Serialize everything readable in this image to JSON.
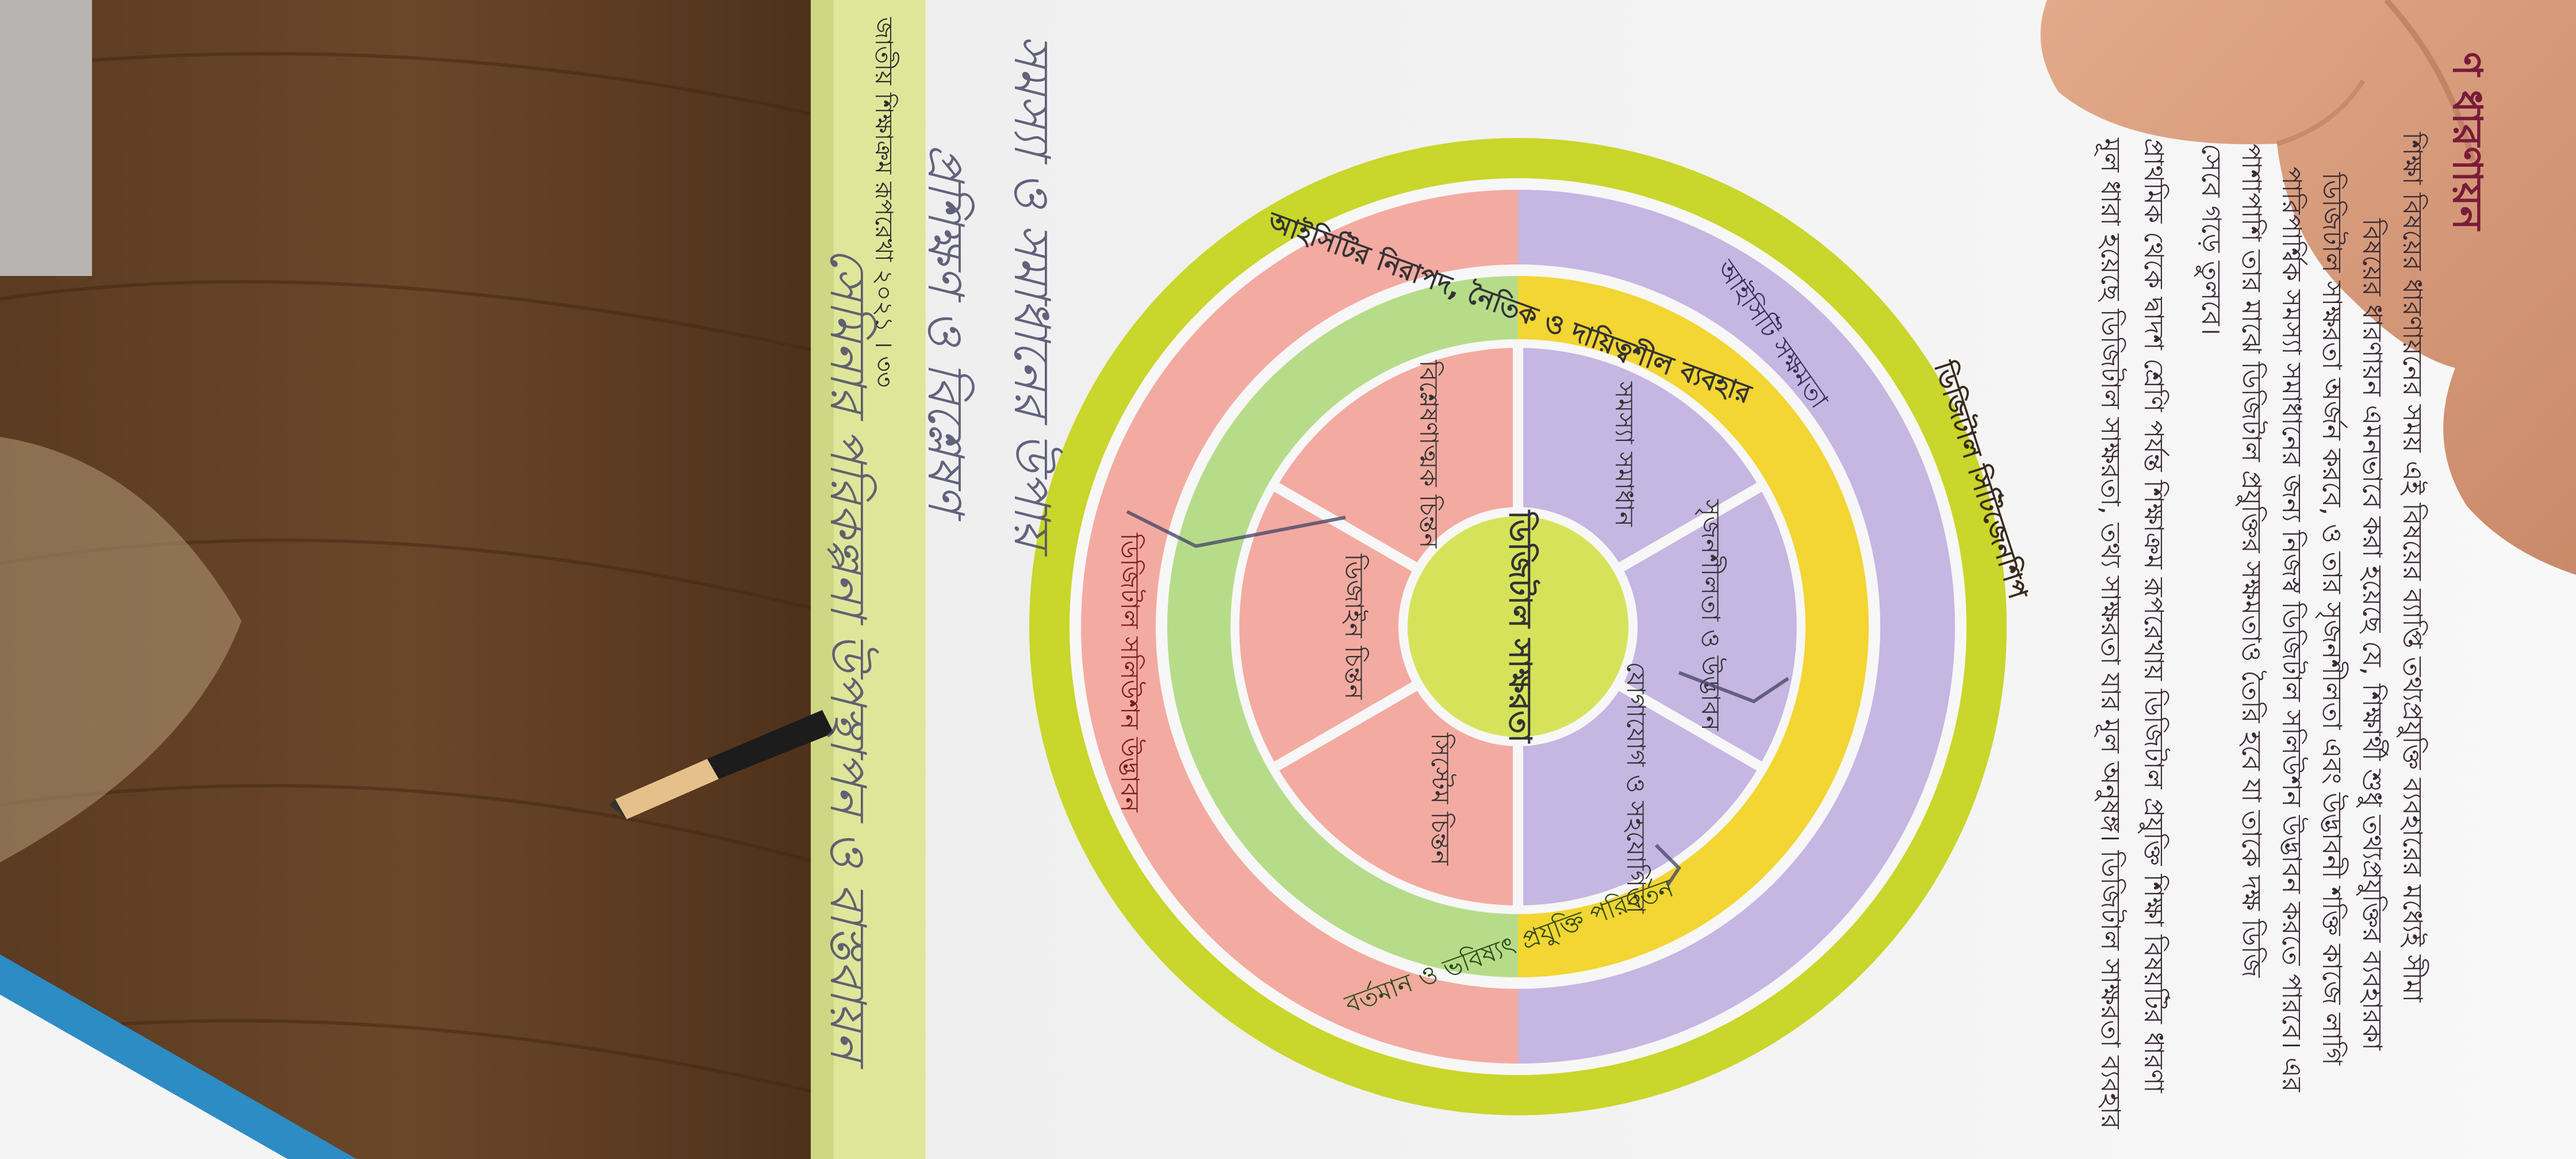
{
  "page": {
    "title": "ণ ধারণায়ন",
    "lines": [
      "শিক্ষা বিষয়ের ধারণায়নের সময় এই বিষয়ের ব্যাপ্তি তথ্যপ্রযুক্তি ব্যবহারের মধ্যেই সীমা",
      "বিষয়ের ধারণায়ন এমনভাবে করা হয়েছে যে, শিক্ষার্থী শুধু তথ্যপ্রযুক্তির ব্যবহারকা",
      "ডিজিটাল সাক্ষরতা অর্জন করবে, ও তার সৃজনশীলতা এবং উদ্ভাবনী শক্তি কাজে লাগি",
      "পারিপার্শ্বিক সমস্যা সমাধানের জন্য নিজস্ব ডিজিটাল সলিউশন উদ্ভাবন করতে পারবে। এর",
      "পাশাপাশি তার মাঝে ডিজিটাল প্রযুক্তির সক্ষমতাও তৈরি হবে যা তাকে দক্ষ ডিজি",
      "সেবে গড়ে তুলবে।",
      "প্রাথমিক থেকে দ্বাদশ শ্রেণি পর্যন্ত শিক্ষাক্রম রূপরেখায় ডিজিটাল প্রযুক্তি শিক্ষা বিষয়টির ধারণা",
      "মূল ধারা হয়েছে ডিজিটাল সাক্ষরতা, তথ্য সাক্ষরতা যার মূল অনুষঙ্গ। ডিজিটাল সাক্ষরতা ব্যবহার"
    ],
    "footer": "জাতীয় শিক্ষাক্রম রূপরেখা ২০২১ । ৩৩"
  },
  "handwriting": [
    "সেমিনার পরিকল্পনা উপস্থাপন ও বাস্তবায়ন",
    "প্রশিক্ষণ ও বিশ্লেষণ",
    "সমস্যা ও সমাধানের উপায়"
  ],
  "wheel": {
    "outer_label": "ডিজিটাল সিটিজেনশিপ",
    "band_labels": [
      "আইসিটির নিরাপদ, নৈতিক ও দায়িত্বশীল ব্যবহার",
      "ডিজিটাল সলিউশন উদ্ভাবন",
      "বর্তমান ও ভবিষ্যৎ প্রযুক্তি পরিবর্তন",
      "আইসিটি সক্ষমতা"
    ],
    "segments": [
      "সমস্যা সমাধান",
      "সৃজনশীলতা ও উদ্ভাবন",
      "যোগাযোগ ও সহযোগিতা",
      "সিস্টেম চিন্তন",
      "ডিজাইন চিন্তন",
      "বিশ্লেষণাত্মক চিন্তন"
    ],
    "center": "ডিজিটাল সাক্ষরতা",
    "colors": {
      "outer": "#c9d62b",
      "lavender": "#c6b6e2",
      "pink": "#f3aaa1",
      "yellow": "#f3d533",
      "green": "#b6dc8a",
      "center": "#d6e35a"
    }
  }
}
